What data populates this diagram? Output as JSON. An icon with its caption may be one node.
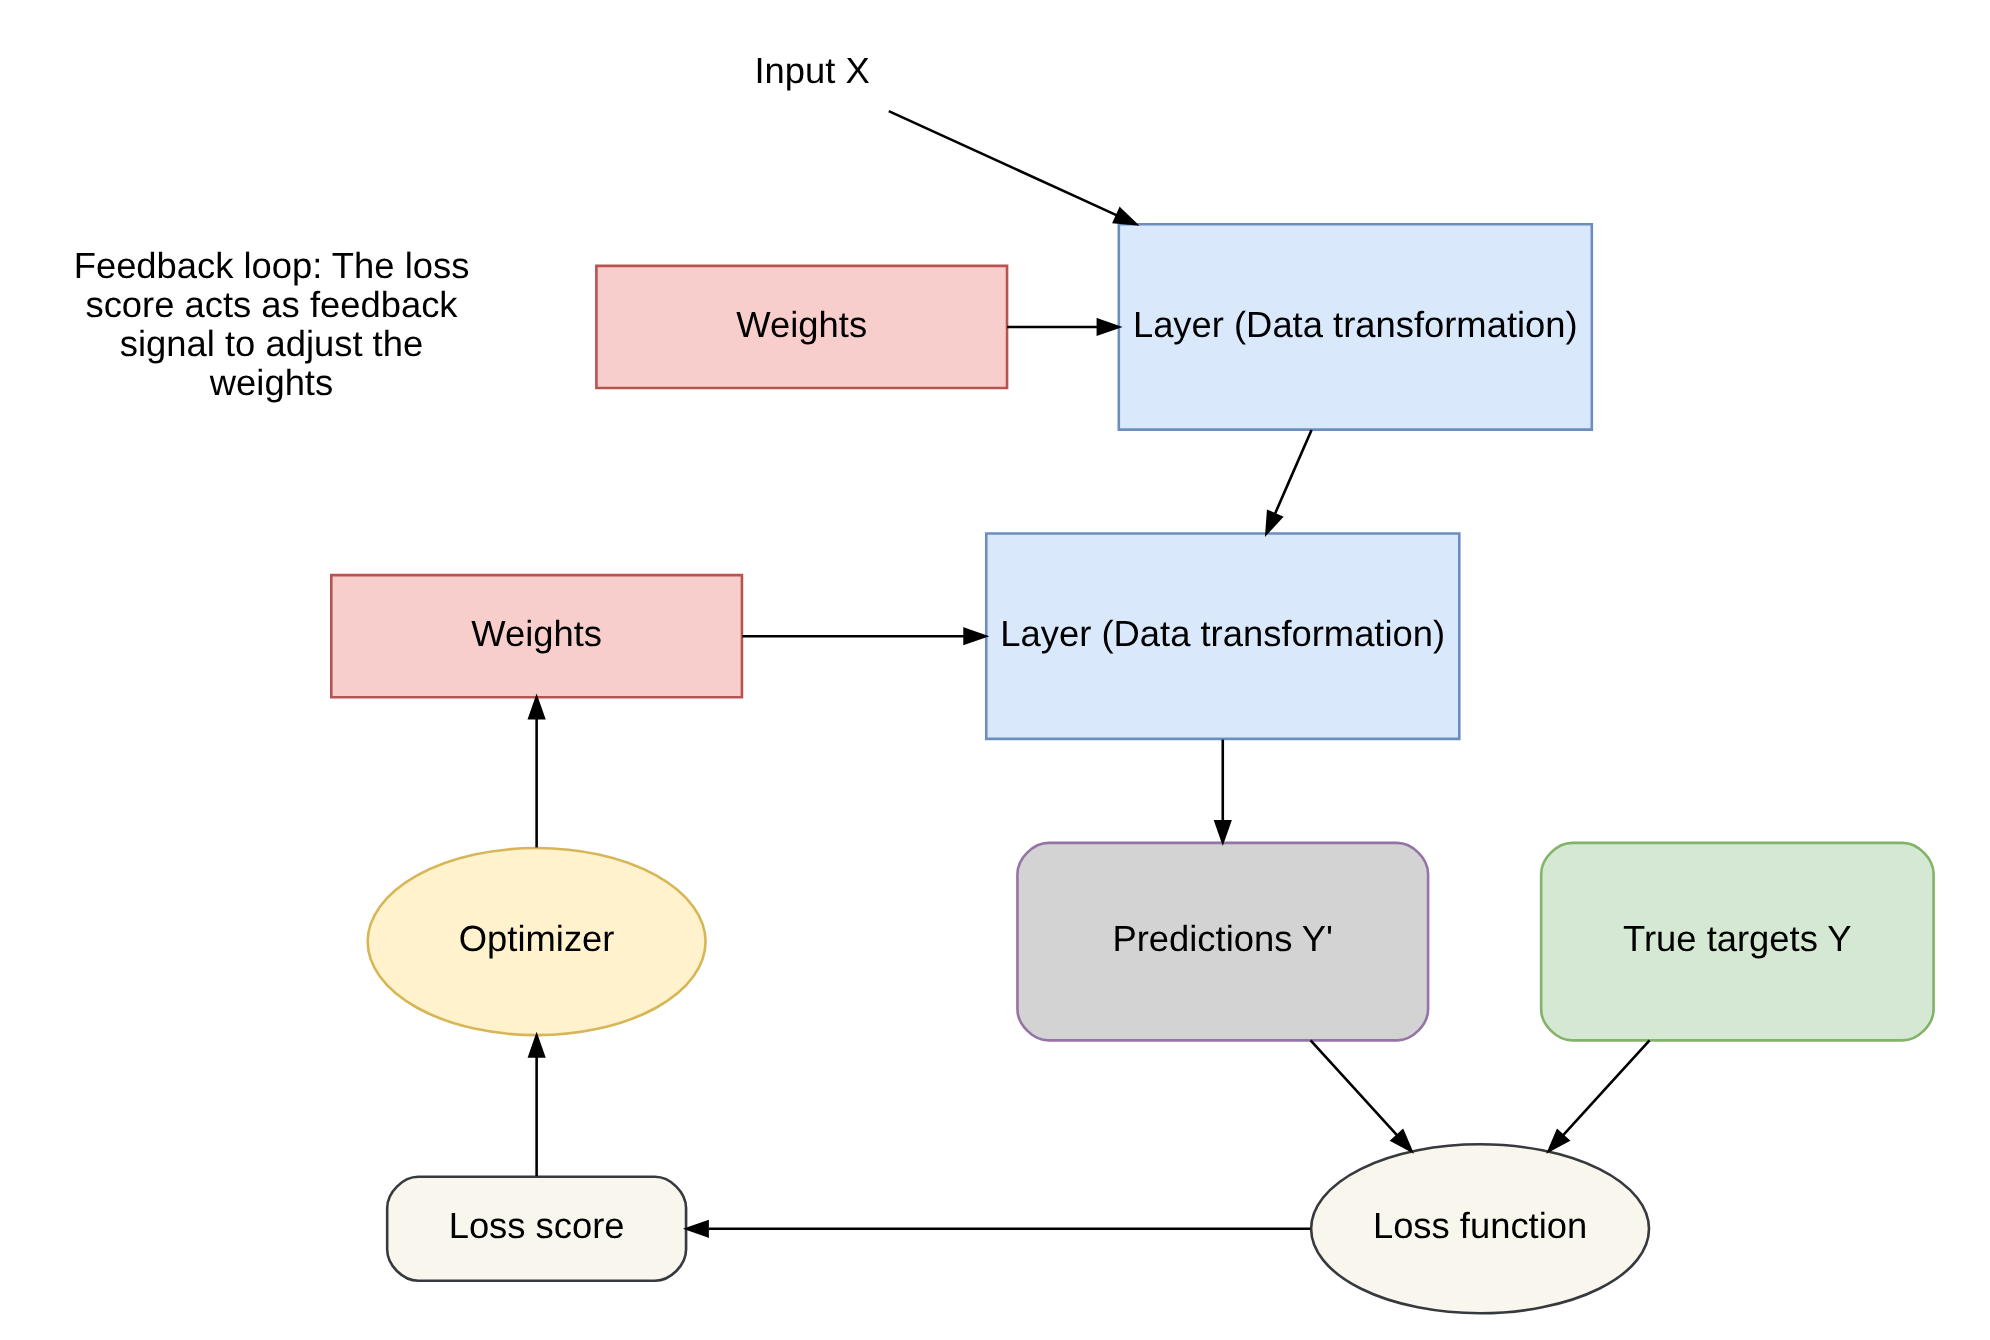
{
  "diagram": {
    "nodes": [
      {
        "text": [
          "Input X"
        ]
      },
      {
        "text": [
          "Weights"
        ]
      },
      {
        "text": [
          "Layer (Data transformation)"
        ]
      },
      {
        "text": [
          "Weights"
        ]
      },
      {
        "text": [
          "Layer (Data transformation)"
        ]
      },
      {
        "text": [
          "Predictions Y'"
        ]
      },
      {
        "text": [
          "True targets Y"
        ]
      },
      {
        "text": [
          "Optimizer"
        ]
      },
      {
        "text": [
          "Loss function"
        ]
      },
      {
        "text": [
          "Loss score"
        ]
      }
    ],
    "edges": [
      {
        "from": 0,
        "to": 2,
        "arrow": "to"
      },
      {
        "from": 1,
        "to": 2,
        "arrow": "to"
      },
      {
        "from": 2,
        "to": 4,
        "arrow": "to"
      },
      {
        "from": 3,
        "to": 4,
        "arrow": "to"
      },
      {
        "from": 4,
        "to": 5,
        "arrow": "to"
      },
      {
        "from": 5,
        "to": 8,
        "arrow": "to"
      },
      {
        "from": 6,
        "to": 8,
        "arrow": "to"
      },
      {
        "from": 8,
        "to": 9,
        "arrow": "to"
      },
      {
        "from": 9,
        "to": 7,
        "arrow": "to"
      },
      {
        "from": 7,
        "to": 3,
        "arrow": "to"
      }
    ],
    "labels": [
      "Feedback loop: The loss score acts as feedback signal to adjust the weights"
    ]
  }
}
